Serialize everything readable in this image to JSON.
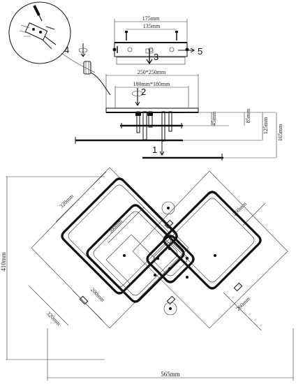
{
  "top_view": {
    "dim_175": "175mm",
    "dim_135": "135mm",
    "dim_250": "250*250mm",
    "dim_180": "180mm*180mm",
    "dim_45": "45mm",
    "dim_85": "85mm",
    "dim_125": "125mm",
    "dim_165": "165mm"
  },
  "callouts": {
    "step1": "1",
    "step2": "2",
    "step3": "3",
    "step4": "4",
    "step5": "5"
  },
  "bottom_view": {
    "dim_320_top": "320mm",
    "dim_300": "300mm",
    "dim_260_right": "260mm",
    "dim_200": "200mm",
    "dim_320_left": "320mm",
    "dim_260_bottom": "260mm",
    "dim_410": "410mm",
    "dim_565": "565mm"
  }
}
